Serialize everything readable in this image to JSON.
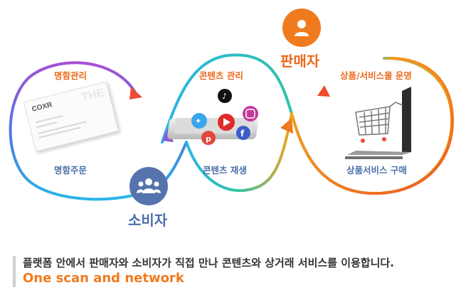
{
  "roles": {
    "seller": "판매자",
    "consumer": "소비자"
  },
  "labels": {
    "card_management": "명함관리",
    "card_order": "명함주문",
    "content_management": "콘텐츠 관리",
    "content_playback": "콘텐츠 재생",
    "shop_operation": "상품/서비스몰 운영",
    "product_purchase": "상품서비스 구매"
  },
  "business_card": {
    "logo": "COXR",
    "watermark": "THE"
  },
  "caption": {
    "description": "플랫폼 안에서 판매자와 소비자가 직접 만나 콘텐츠와 상거래 서비스를 이용합니다.",
    "tagline": "One scan and network"
  },
  "colors": {
    "orange": "#ea6a1d",
    "blue": "#4c6fa8",
    "consumer_circle": "#5573ad",
    "seller_circle": "#f07a1e"
  },
  "icons": [
    "user-icon",
    "group-icon",
    "tiktok-icon",
    "twitter-icon",
    "youtube-icon",
    "instagram-icon",
    "facebook-icon",
    "pinterest-icon",
    "shopping-cart-icon",
    "laptop-icon",
    "arrow-icon"
  ]
}
